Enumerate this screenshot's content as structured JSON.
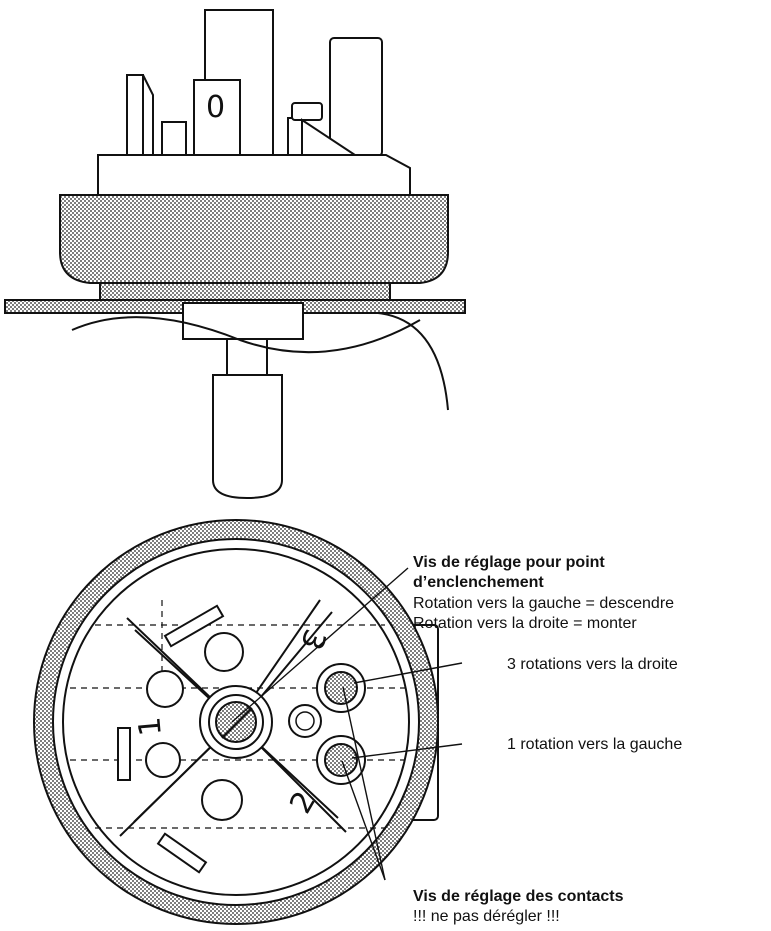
{
  "labels": {
    "adjust_screw_title_line1": "Vis de réglage pour point",
    "adjust_screw_title_line2": "d’enclenchement",
    "rotate_left": "Rotation vers la gauche = descendre",
    "rotate_right": "Rotation vers la droite = monter",
    "three_rotations": "3 rotations vers la droite",
    "one_rotation": "1 rotation vers la gauche",
    "contact_screws_title": "Vis de réglage des contacts",
    "warning": "!!! ne pas dérégler !!!"
  },
  "drawing": {
    "top_view_terminal_mark": "0",
    "contact_numbers": [
      "1",
      "2",
      "3"
    ]
  }
}
